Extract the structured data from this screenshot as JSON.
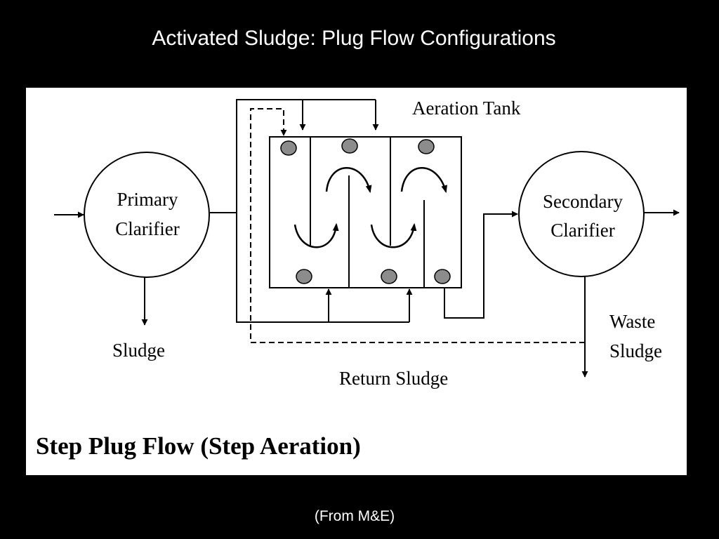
{
  "slide": {
    "title": "Activated Sludge: Plug Flow Configurations",
    "source_note": "(From M&E)"
  },
  "diagram": {
    "primary_clarifier": [
      "Primary",
      "Clarifier"
    ],
    "secondary_clarifier": [
      "Secondary",
      "Clarifier"
    ],
    "aeration_tank": "Aeration Tank",
    "sludge": "Sludge",
    "waste_sludge": [
      "Waste",
      "Sludge"
    ],
    "return_sludge": "Return Sludge",
    "caption": "Step Plug Flow (Step Aeration)"
  },
  "colors": {
    "background": "#000000",
    "panel": "#ffffff",
    "diffuser": "#8c8c8c"
  }
}
